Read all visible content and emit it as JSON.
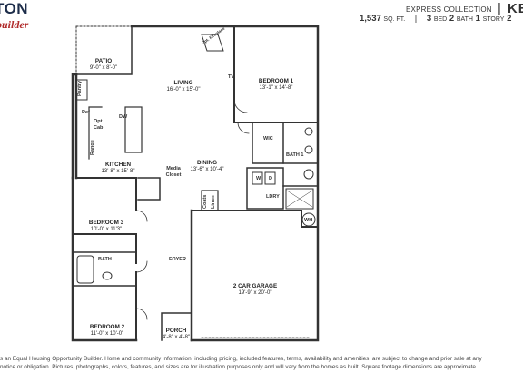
{
  "header": {
    "brand_word": "TON",
    "brand_script": "builder",
    "collection": "EXPRESS COLLECTION",
    "plan_name": "KEN",
    "sqft": "1,537",
    "sqft_unit": "SQ. FT.",
    "beds": "3",
    "beds_label": "BED",
    "baths": "2",
    "baths_label": "BATH",
    "story": "1",
    "story_label": "STORY",
    "garage": "2"
  },
  "rooms": {
    "patio": {
      "name": "PATIO",
      "dim": "9'-0\" x 8'-0\""
    },
    "living": {
      "name": "LIVING",
      "dim": "16'-0\" x 15'-0\""
    },
    "bedroom1": {
      "name": "BEDROOM 1",
      "dim": "13'-1\" x 14'-8\""
    },
    "kitchen": {
      "name": "KITCHEN",
      "dim": "13'-8\" x 15'-8\""
    },
    "dining": {
      "name": "DINING",
      "dim": "13'-6\" x 10'-4\""
    },
    "bedroom3": {
      "name": "BEDROOM 3",
      "dim": "10'-0\" x 11'3\""
    },
    "garage": {
      "name": "2 CAR GARAGE",
      "dim": "19'-9\" x 20'-0\""
    },
    "bedroom2": {
      "name": "BEDROOM 2",
      "dim": "11'-0\" x 10'-0\""
    },
    "porch": {
      "name": "PORCH",
      "dim": "4'-8\" x 4'-8\""
    }
  },
  "labels": {
    "pantry": "Pantry",
    "ref": "Ref",
    "dw": "DW",
    "opt_cab": "Opt. Cab",
    "range": "Range",
    "media_closet": "Media Closet",
    "wic": "WIC",
    "bath1": "BATH 1",
    "w": "W",
    "d": "D",
    "ldry": "LDRY",
    "wh": "WH",
    "coats": "Coats",
    "linen": "Linen",
    "bath": "BATH",
    "foyer": "FOYER",
    "tv": "TV",
    "opt_fireplace": "Opt. Fireplace"
  },
  "footer": {
    "line1": "s an Equal Housing Opportunity Builder. Home and community information, including pricing, included features, terms, availability and amenities, are subject to change and prior sale at any",
    "line2": "notice or obligation. Pictures, photographs, colors, features, and sizes are for illustration purposes only and will vary from the homes as built. Square footage dimensions are approximate."
  }
}
